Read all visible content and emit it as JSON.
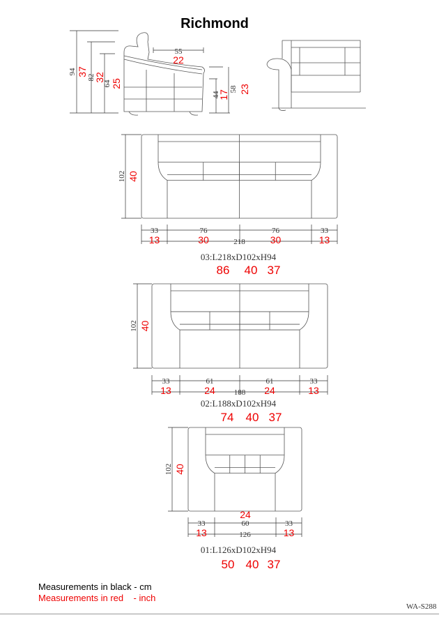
{
  "title": "Richmond",
  "side_view": {
    "heights_cm": [
      "94",
      "82",
      "64"
    ],
    "heights_in": [
      "37",
      "32",
      "25"
    ],
    "seat_depth_cm": "55",
    "seat_depth_in": "22",
    "seat_height_cm": "44",
    "seat_height_in": "17",
    "arm_height_cm": "58",
    "arm_height_in": "23"
  },
  "models": [
    {
      "caption": "03:L218xD102xH94",
      "in": [
        "86",
        "40",
        "37"
      ],
      "depth_cm": "102",
      "depth_in": "40",
      "total": "218",
      "segs_cm": [
        "33",
        "76",
        "76",
        "33"
      ],
      "segs_in": [
        "13",
        "30",
        "30",
        "13"
      ]
    },
    {
      "caption": "02:L188xD102xH94",
      "in": [
        "74",
        "40",
        "37"
      ],
      "depth_cm": "102",
      "depth_in": "40",
      "total": "188",
      "segs_cm": [
        "33",
        "61",
        "61",
        "33"
      ],
      "segs_in": [
        "13",
        "24",
        "24",
        "13"
      ]
    },
    {
      "caption": "01:L126xD102xH94",
      "in": [
        "50",
        "40",
        "37"
      ],
      "depth_cm": "102",
      "depth_in": "40",
      "total": "126",
      "segs_cm": [
        "33",
        "60",
        "33"
      ],
      "segs_in": [
        "13",
        "24",
        "13"
      ]
    }
  ],
  "legend": {
    "black": "Measurements in black - cm",
    "red": "Measurements in red    - inch"
  },
  "code": "WA-S288"
}
